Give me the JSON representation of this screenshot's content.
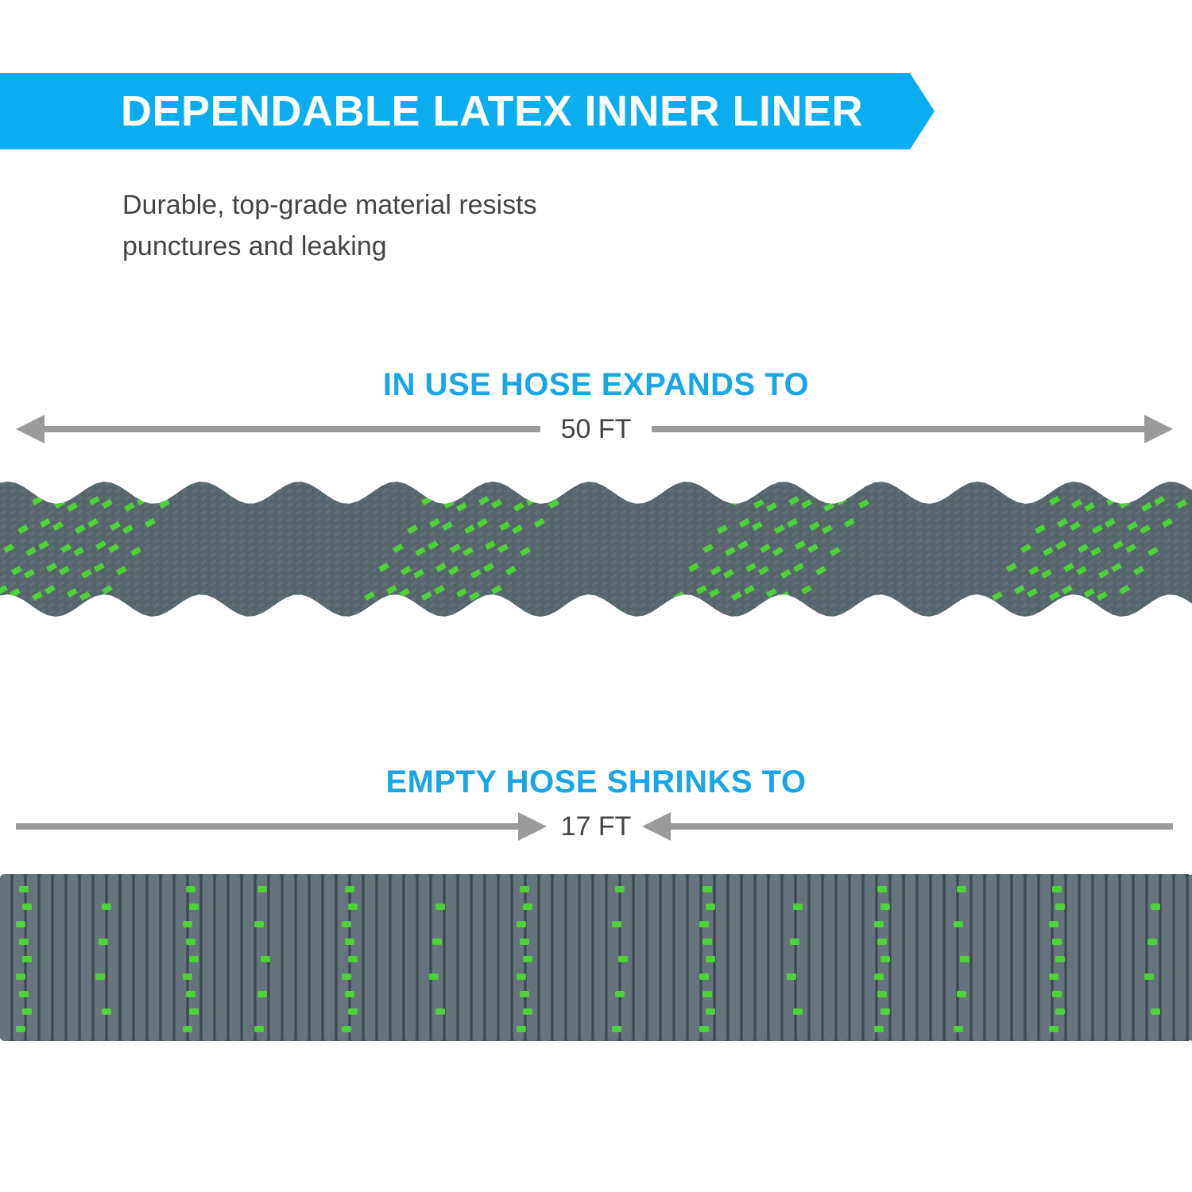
{
  "banner": {
    "title": "DEPENDABLE LATEX INNER LINER",
    "color": "#0aaef0"
  },
  "subtitle": {
    "line1": "Durable, top-grade material resists",
    "line2": "punctures and leaking"
  },
  "expanded": {
    "heading": "IN USE HOSE EXPANDS TO",
    "length_label": "50 FT"
  },
  "compressed": {
    "heading": "EMPTY HOSE SHRINKS TO",
    "length_label": "17 FT"
  },
  "colors": {
    "hose_gray": "#56646c",
    "hose_green": "#4fd13a",
    "arrow_gray": "#9a9a9a",
    "heading_blue": "#18a6e6"
  }
}
